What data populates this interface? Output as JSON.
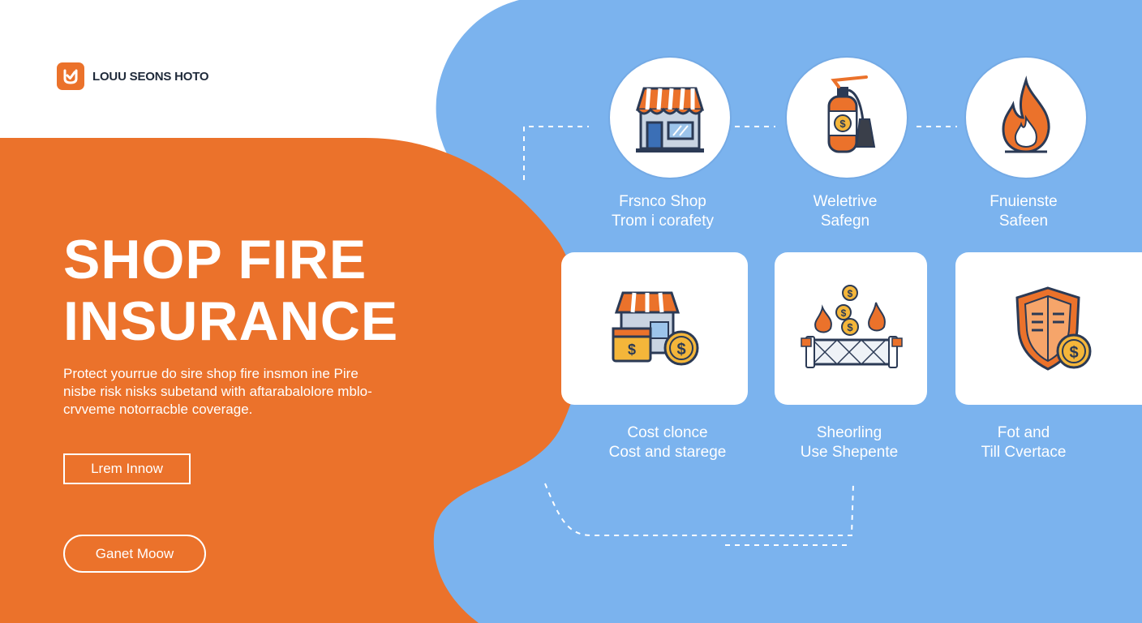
{
  "brand": {
    "name": "LOUU SEONS HOTO",
    "logo_icon": "check-badge-icon",
    "accent": "#EB722B",
    "secondary": "#7BB3EE"
  },
  "hero": {
    "title_line1": "SHOP FIRE",
    "title_line2": "INSURANCE",
    "description_lines": [
      "Protect yourrue do sire shop fire insmon ine Pire",
      "nisbe risk nisks subetand with aftarabalolore mblo-",
      "crvveme notorracble coverage."
    ],
    "learn_button": "Lrem Innow",
    "get_button": "Ganet Moow"
  },
  "features_top": [
    {
      "icon": "storefront-icon",
      "line1": "Frsnco Shop",
      "line2": "Trom i corafety"
    },
    {
      "icon": "fire-extinguisher-icon",
      "line1": "Weletrive",
      "line2": "Safegn"
    },
    {
      "icon": "flame-icon",
      "line1": "Fnuienste",
      "line2": "Safeen"
    }
  ],
  "features_bottom": [
    {
      "icon": "shop-coin-icon",
      "line1": "Cost clonce",
      "line2": "Cost and starege"
    },
    {
      "icon": "fire-coins-icon",
      "line1": "Sheorling",
      "line2": "Use Shepente"
    },
    {
      "icon": "shield-coin-icon",
      "line1": "Fot and",
      "line2": "Till Cvertace"
    }
  ]
}
